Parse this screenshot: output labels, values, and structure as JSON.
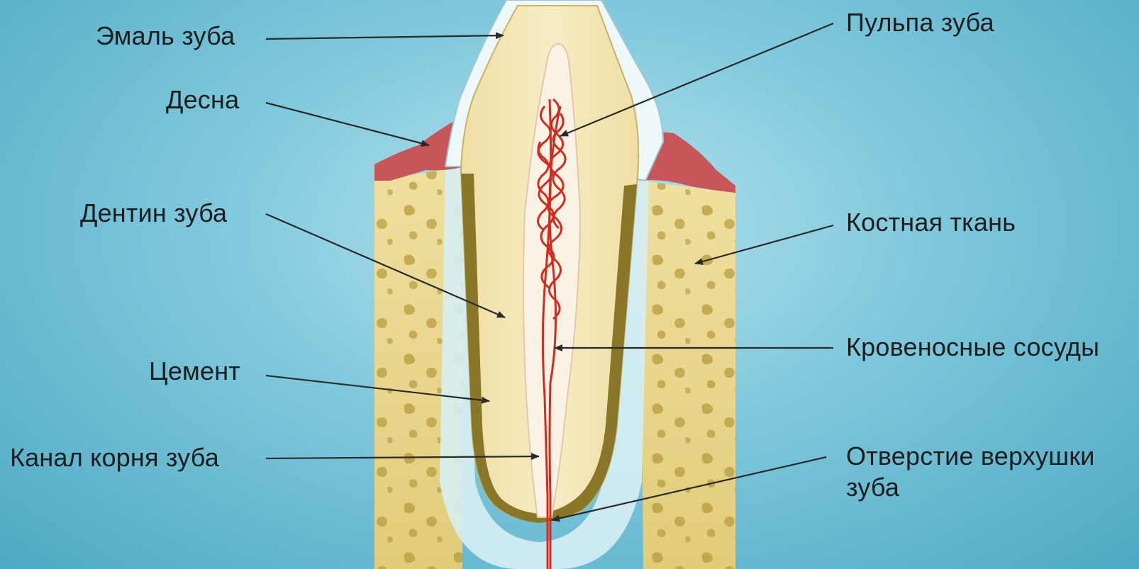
{
  "diagram": {
    "labels": {
      "enamel": "Эмаль зуба",
      "gum": "Десна",
      "dentin": "Дентин зуба",
      "cement": "Цемент",
      "root_canal": "Канал корня зуба",
      "pulp": "Пульпа зуба",
      "bone": "Костная ткань",
      "vessels": "Кровеносные сосуды",
      "apex_line1": "Отверстие верхушки",
      "apex_line2": "зуба"
    },
    "colors": {
      "background": "#7fc8dc",
      "enamel": "#eef7fa",
      "dentin": "#f3e6b4",
      "pulp": "#fbf2e6",
      "vessels": "#d42b1f",
      "gum": "#c8555a",
      "bone": "#e8d486",
      "cement": "#8a7628",
      "pointer": "#2a2a2a"
    }
  }
}
